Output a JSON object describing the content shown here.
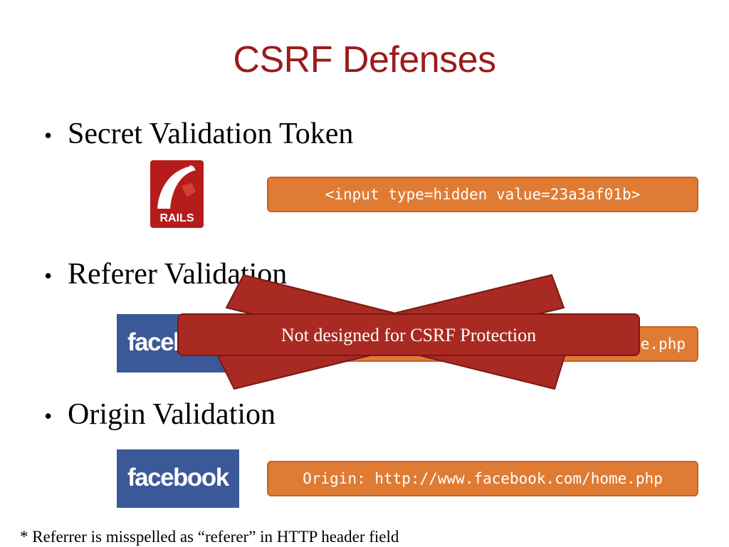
{
  "slide": {
    "title": "CSRF Defenses",
    "bullets": [
      {
        "text": "Secret Validation Token"
      },
      {
        "text": "Referer Validation"
      },
      {
        "text": "Origin Validation"
      }
    ],
    "bullet_glyph": "•",
    "code_boxes": {
      "token": "<input type=hidden value=23a3af01b>",
      "referer": "Referer: http://www.facebook.com/home.php",
      "origin": "Origin: http://www.facebook.com/home.php"
    },
    "logos": {
      "rails_text": "RAILS",
      "facebook_text": "facebook"
    },
    "banner": "Not designed for CSRF Protection",
    "footnote": "* Referrer is misspelled as “referer” in HTTP header field"
  },
  "colors": {
    "title": "#9b1c1c",
    "code_box": "#e07b33",
    "facebook_blue": "#3b5998",
    "cross_red": "#a82a22"
  }
}
